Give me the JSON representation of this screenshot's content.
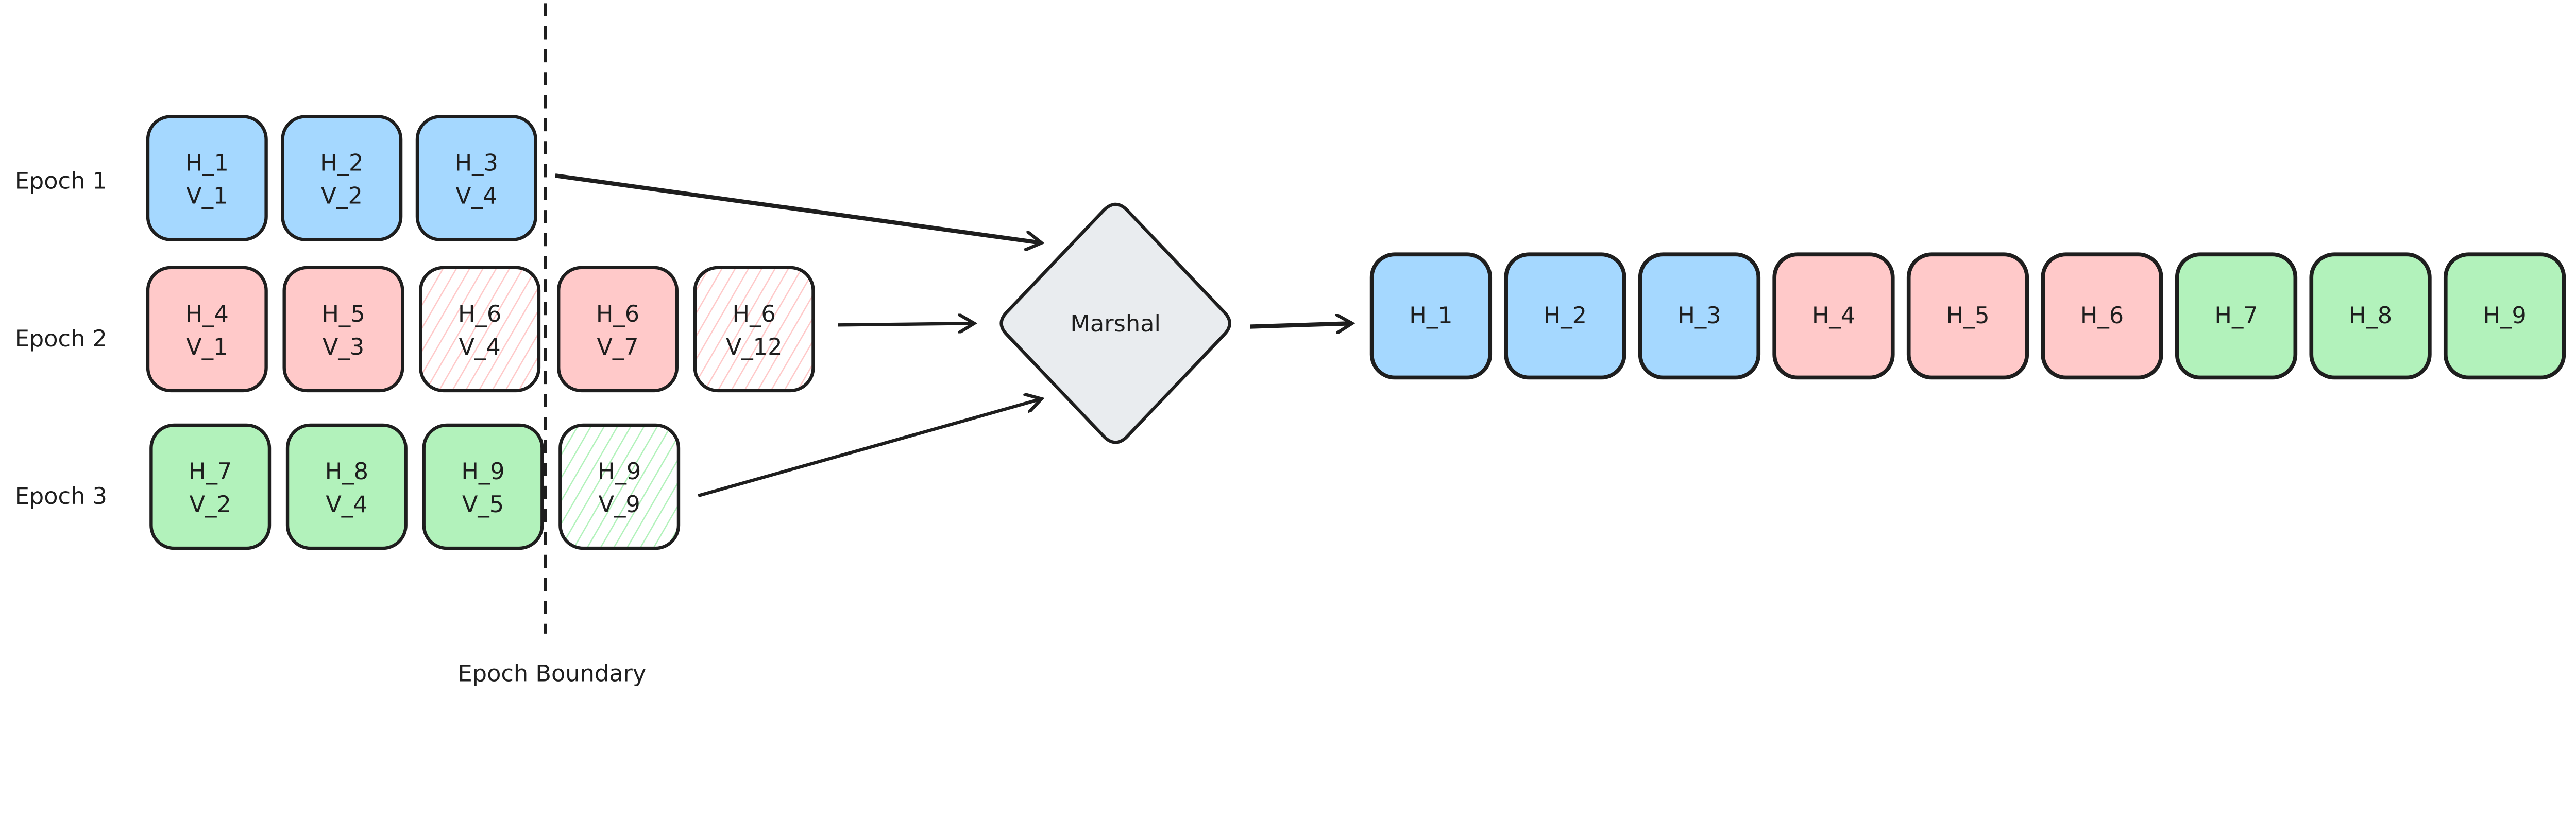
{
  "colors": {
    "epoch1": "#a5d8ff",
    "epoch2": "#ffc9c9",
    "epoch3": "#b2f2bb",
    "marshal": "#e9ecef",
    "stroke": "#1e1e1e"
  },
  "rows": [
    {
      "label": "Epoch 1",
      "color_key": "epoch1",
      "boxes": [
        {
          "h": "H_1",
          "v": "V_1",
          "hatched": false
        },
        {
          "h": "H_2",
          "v": "V_2",
          "hatched": false
        },
        {
          "h": "H_3",
          "v": "V_4",
          "hatched": false
        }
      ]
    },
    {
      "label": "Epoch 2",
      "color_key": "epoch2",
      "boxes": [
        {
          "h": "H_4",
          "v": "V_1",
          "hatched": false
        },
        {
          "h": "H_5",
          "v": "V_3",
          "hatched": false
        },
        {
          "h": "H_6",
          "v": "V_4",
          "hatched": true
        },
        {
          "h": "H_6",
          "v": "V_7",
          "hatched": false
        },
        {
          "h": "H_6",
          "v": "V_12",
          "hatched": true
        }
      ]
    },
    {
      "label": "Epoch 3",
      "color_key": "epoch3",
      "boxes": [
        {
          "h": "H_7",
          "v": "V_2",
          "hatched": false
        },
        {
          "h": "H_8",
          "v": "V_4",
          "hatched": false
        },
        {
          "h": "H_9",
          "v": "V_5",
          "hatched": false
        },
        {
          "h": "H_9",
          "v": "V_9",
          "hatched": true
        }
      ]
    }
  ],
  "boundary_label": "Epoch Boundary",
  "marshal_label": "Marshal",
  "output": [
    {
      "h": "H_1",
      "color_key": "epoch1"
    },
    {
      "h": "H_2",
      "color_key": "epoch1"
    },
    {
      "h": "H_3",
      "color_key": "epoch1"
    },
    {
      "h": "H_4",
      "color_key": "epoch2"
    },
    {
      "h": "H_5",
      "color_key": "epoch2"
    },
    {
      "h": "H_6",
      "color_key": "epoch2"
    },
    {
      "h": "H_7",
      "color_key": "epoch3"
    },
    {
      "h": "H_8",
      "color_key": "epoch3"
    },
    {
      "h": "H_9",
      "color_key": "epoch3"
    }
  ]
}
